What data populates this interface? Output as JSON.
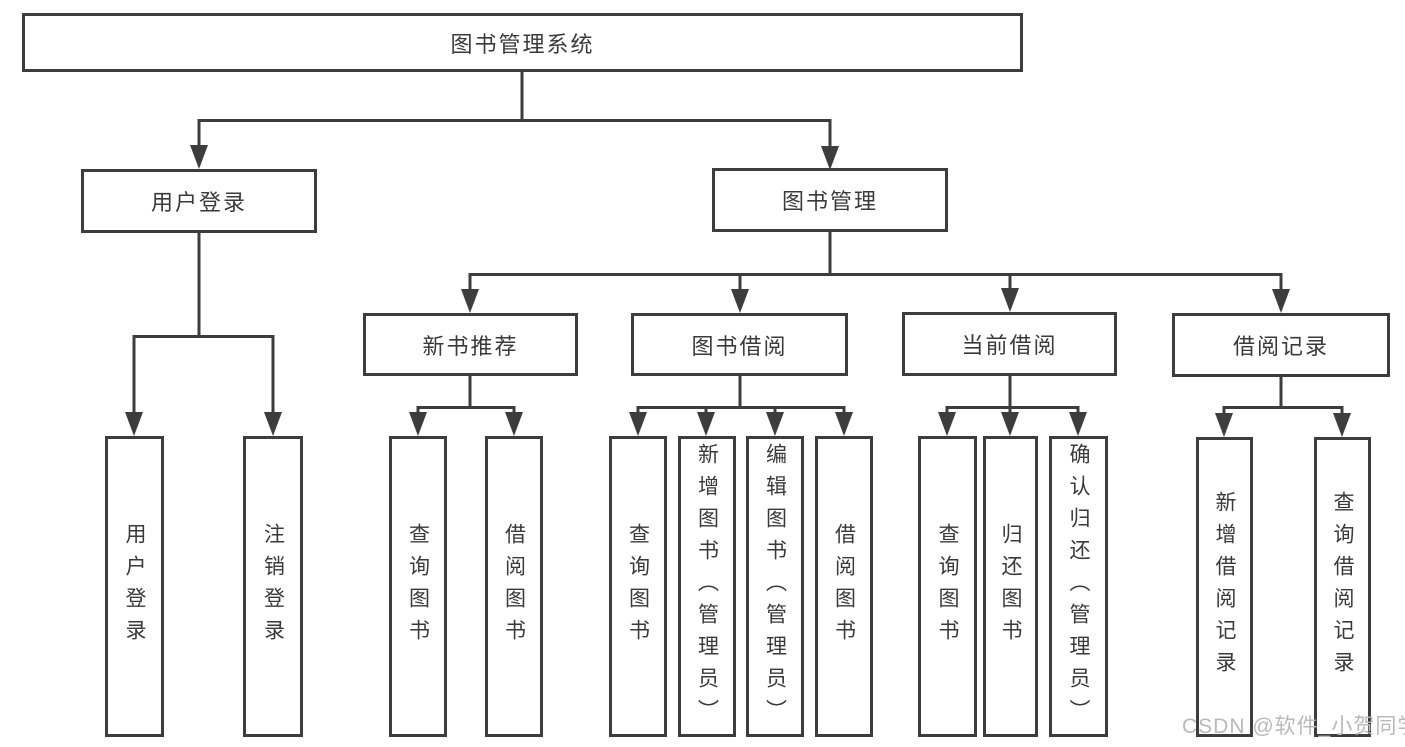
{
  "diagram_type": "tree",
  "colors": {
    "background": "#ffffff",
    "line": "#3d3d3d",
    "box_border": "#3d3d3d",
    "text": "#3a3a3a",
    "watermark": "#b9b9b9"
  },
  "watermark": "CSDN @软件_小贺同学",
  "nodes": {
    "root": {
      "label": "图书管理系统",
      "children": [
        "user_login",
        "book_management"
      ]
    },
    "user_login": {
      "label": "用户登录",
      "children": [
        "ul_login",
        "ul_logout"
      ]
    },
    "book_management": {
      "label": "图书管理",
      "children": [
        "new_book_recommend",
        "book_borrowing",
        "current_borrowing",
        "borrowing_records"
      ]
    },
    "new_book_recommend": {
      "label": "新书推荐",
      "children": [
        "nb_query",
        "nb_borrow"
      ]
    },
    "book_borrowing": {
      "label": "图书借阅",
      "children": [
        "bb_query",
        "bb_add",
        "bb_edit",
        "bb_borrow"
      ]
    },
    "current_borrowing": {
      "label": "当前借阅",
      "children": [
        "cb_query",
        "cb_return",
        "cb_confirm"
      ]
    },
    "borrowing_records": {
      "label": "借阅记录",
      "children": [
        "br_add",
        "br_query"
      ]
    },
    "ul_login": {
      "label": "用户登录",
      "children": []
    },
    "ul_logout": {
      "label": "注销登录",
      "children": []
    },
    "nb_query": {
      "label": "查询图书",
      "children": []
    },
    "nb_borrow": {
      "label": "借阅图书",
      "children": []
    },
    "bb_query": {
      "label": "查询图书",
      "children": []
    },
    "bb_add": {
      "label": "新增图书（管理员）",
      "children": []
    },
    "bb_edit": {
      "label": "编辑图书（管理员）",
      "children": []
    },
    "bb_borrow": {
      "label": "借阅图书",
      "children": []
    },
    "cb_query": {
      "label": "查询图书",
      "children": []
    },
    "cb_return": {
      "label": "归还图书",
      "children": []
    },
    "cb_confirm": {
      "label": "确认归还（管理员）",
      "children": []
    },
    "br_add": {
      "label": "新增借阅记录",
      "children": []
    },
    "br_query": {
      "label": "查询借阅记录",
      "children": []
    }
  }
}
